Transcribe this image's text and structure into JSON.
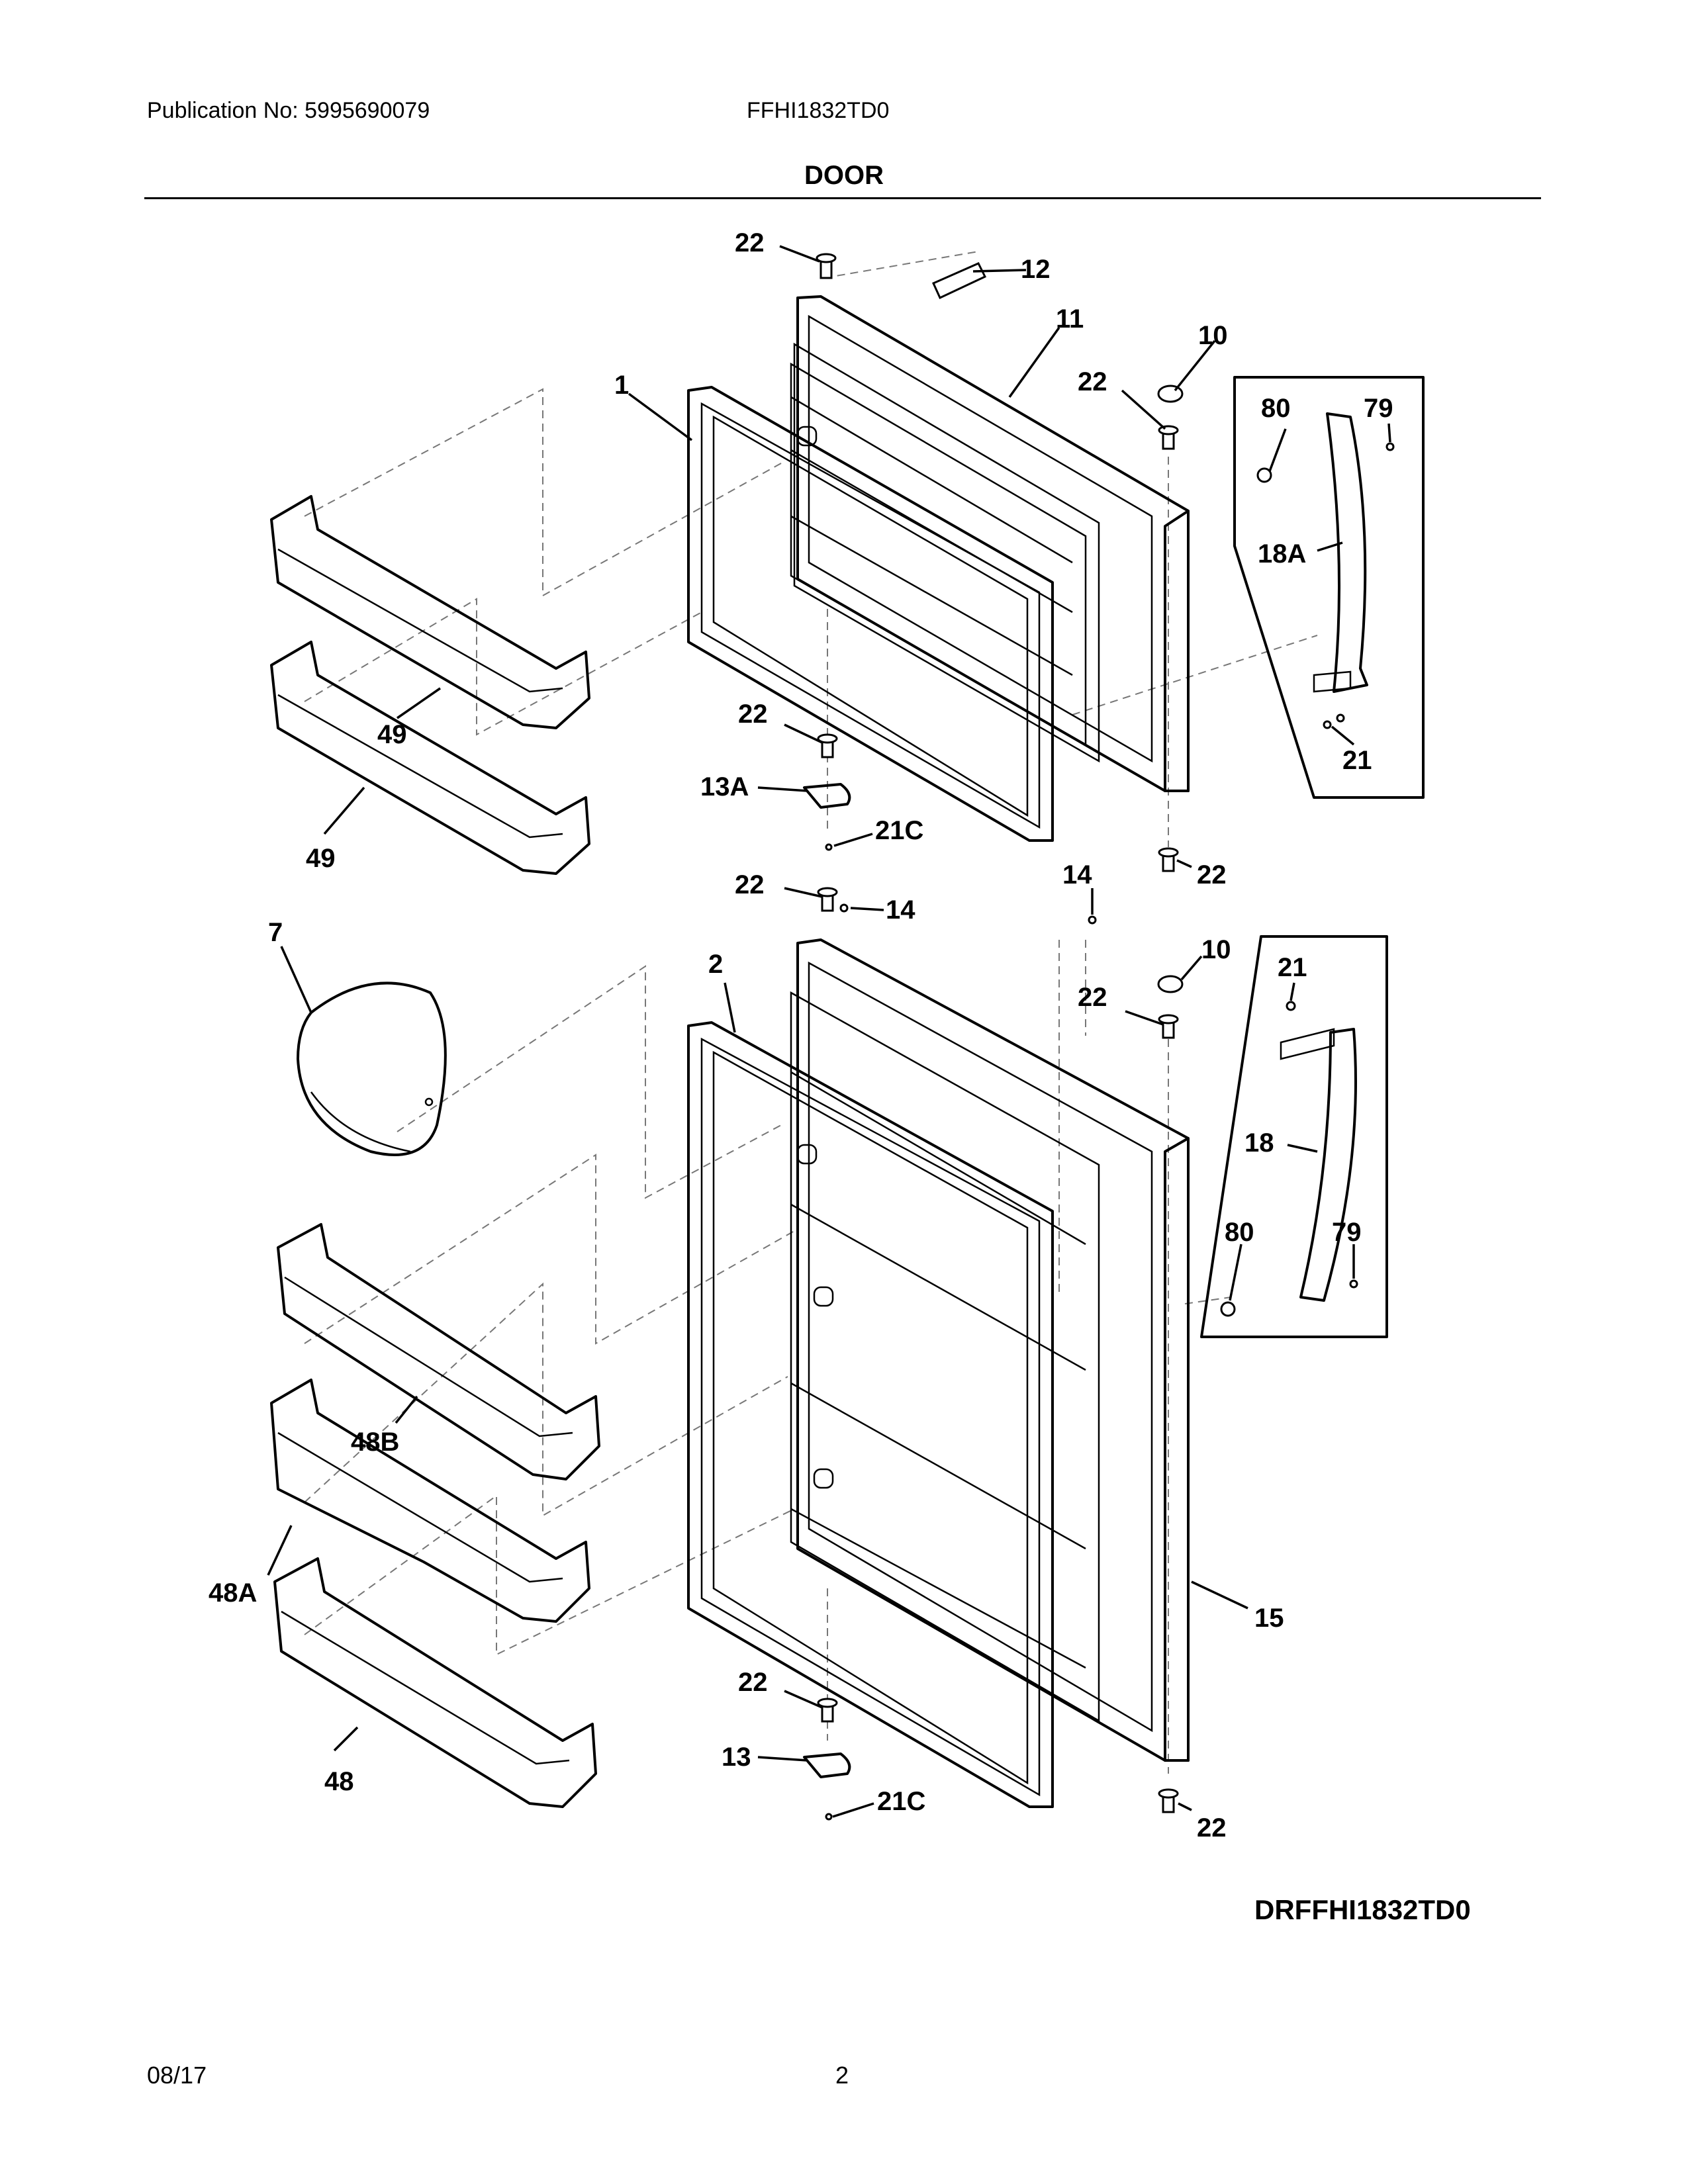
{
  "header": {
    "publication": "Publication No:  5995690079",
    "model": "FFHI1832TD0",
    "section_title": "DOOR"
  },
  "footer": {
    "date": "08/17",
    "page": "2"
  },
  "diagram_code": "DRFFHI1832TD0",
  "callouts": {
    "c22a": "22",
    "c12": "12",
    "c11": "11",
    "c10a": "10",
    "c22b": "22",
    "c1": "1",
    "c80a": "80",
    "c79a": "79",
    "c18A": "18A",
    "c21a": "21",
    "c49a": "49",
    "c49b": "49",
    "c22c": "22",
    "c13A": "13A",
    "c21Ca": "21C",
    "c22d": "22",
    "c14a": "14",
    "c14b": "14",
    "c22e": "22",
    "c7": "7",
    "c2": "2",
    "c10b": "10",
    "c21b": "21",
    "c22f": "22",
    "c18": "18",
    "c80b": "80",
    "c79b": "79",
    "c48B": "48B",
    "c48A": "48A",
    "c15": "15",
    "c22g": "22",
    "c13": "13",
    "c21Cb": "21C",
    "c48": "48",
    "c22h": "22"
  }
}
